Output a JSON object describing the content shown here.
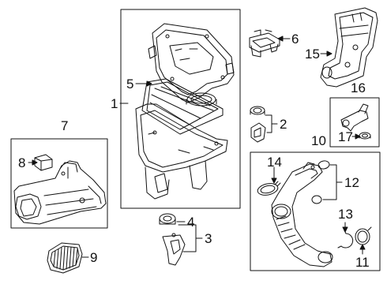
{
  "diagram": {
    "callouts": {
      "c1": "1",
      "c2": "2",
      "c3": "3",
      "c4": "4",
      "c5": "5",
      "c6": "6",
      "c7": "7",
      "c8": "8",
      "c9": "9",
      "c10": "10",
      "c11": "11",
      "c12": "12",
      "c13": "13",
      "c14": "14",
      "c15": "15",
      "c16": "16",
      "c17": "17"
    },
    "colors": {
      "line": "#111111",
      "background": "#ffffff"
    }
  }
}
